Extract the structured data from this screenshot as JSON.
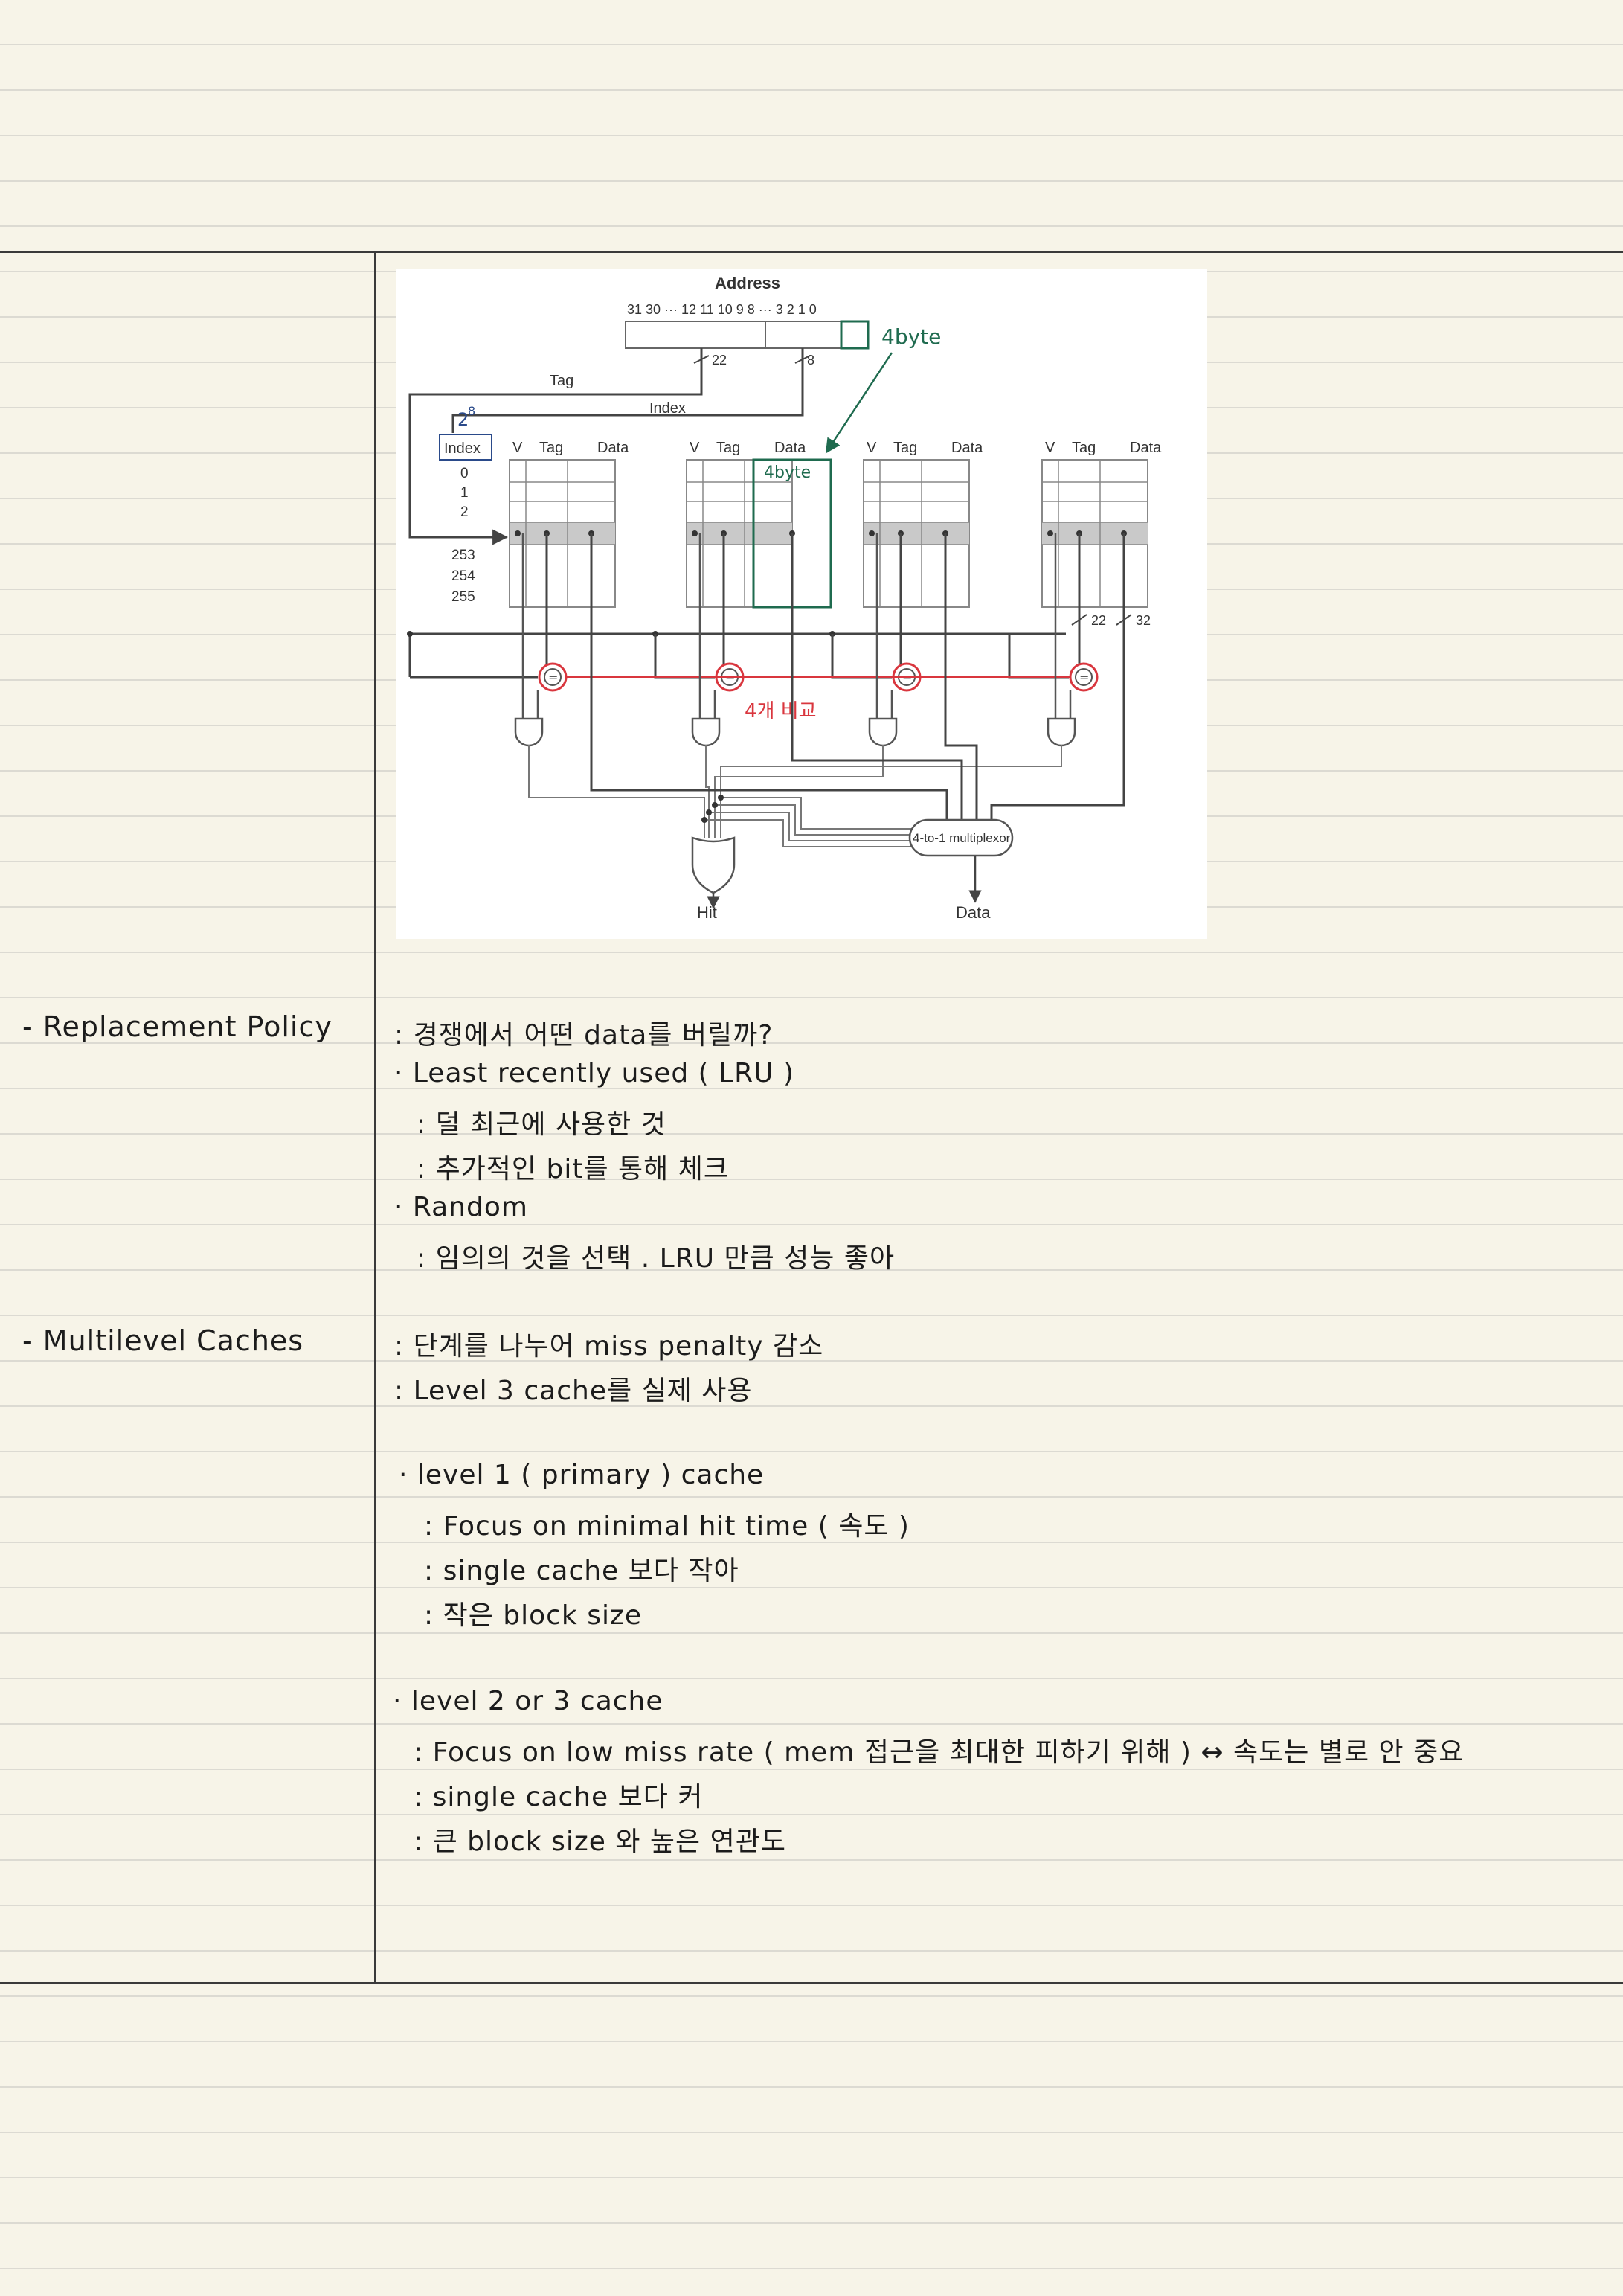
{
  "sections": {
    "replacement_title": "- Replacement Policy",
    "multilevel_title": "- Multilevel Caches"
  },
  "diagram": {
    "address_label": "Address",
    "bit_labels": "31 30 ··· 12 11 10 9 8 ··· 3 2 1 0",
    "tag_label": "Tag",
    "index_label": "Index",
    "tag_width": "22",
    "index_width": "8",
    "index_col": "Index",
    "index_rows": [
      "0",
      "1",
      "2",
      "253",
      "254",
      "255"
    ],
    "col_v": "V",
    "col_tag": "Tag",
    "col_data": "Data",
    "out_tag_width": "22",
    "out_data_width": "32",
    "mux_label": "4-to-1 multiplexor",
    "hit_label": "Hit",
    "data_label": "Data",
    "annot_4byte": "4byte",
    "annot_4byte_small": "4byte",
    "annot_power_base": "2",
    "annot_power_exp": "8",
    "annot_compare": "4개 비교",
    "colors": {
      "green": "#1f6b4f",
      "red": "#d9363e",
      "blue": "#2a4a8a"
    }
  },
  "notes": [
    ": 경쟁에서 어떤 data를 버릴까?",
    "· Least recently used ( LRU )",
    ": 덜 최근에 사용한 것",
    ": 추가적인 bit를 통해 체크",
    "· Random",
    ": 임의의 것을 선택 . LRU 만큼 성능 좋아",
    ": 단계를 나누어 miss penalty 감소",
    ": Level 3 cache를 실제 사용",
    "· level 1 ( primary ) cache",
    ": Focus on minimal hit time ( 속도 )",
    ": single cache 보다 작아",
    ": 작은 block size",
    "· level 2 or 3 cache",
    ": Focus on low miss rate ( mem 접근을 최대한 피하기 위해 ) ↔ 속도는 별로 안 중요",
    ": single cache 보다 커",
    ": 큰 block size 와 높은 연관도"
  ]
}
